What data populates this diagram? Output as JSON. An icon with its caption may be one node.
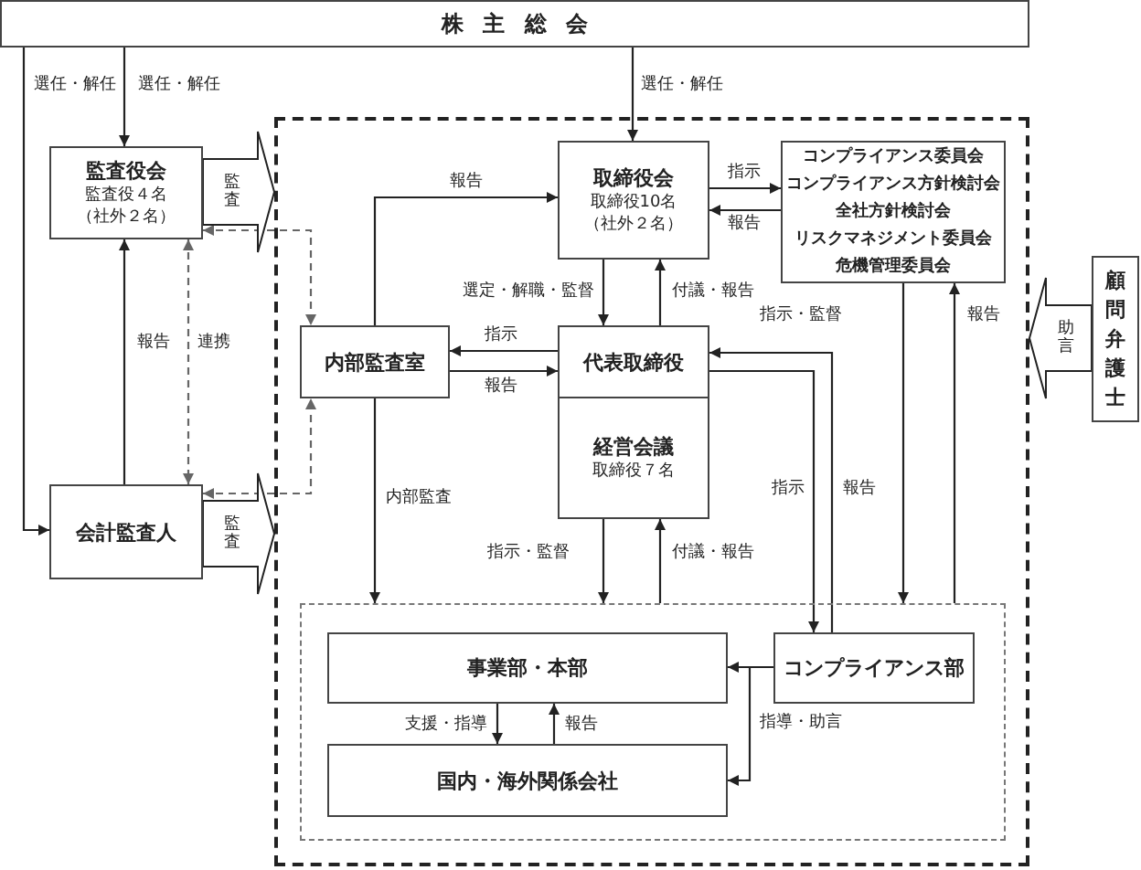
{
  "diagram": {
    "nodes": [
      {
        "text": [
          "株主総会"
        ]
      },
      {
        "text": [
          "監査役会",
          "監査役４名（社外２名）"
        ]
      },
      {
        "text": [
          "会計監査人"
        ]
      },
      {
        "text": [],
        "shape": "box"
      },
      {
        "text": [
          "取締役会",
          "取締役10名（社外２名）"
        ],
        "in": 3
      },
      {
        "text": [
          "コンプライアンス委員会",
          "コンプライアンス方針検討会",
          "全社方針検討会",
          "リスクマネジメント委員会",
          "危機管理委員会"
        ],
        "in": 3
      },
      {
        "text": [
          "内部監査室"
        ],
        "in": 3
      },
      {
        "text": [
          "代表取締役"
        ],
        "in": 3
      },
      {
        "text": [
          "経営会議",
          "取締役７名"
        ],
        "in": 3
      },
      {
        "text": [],
        "shape": "box",
        "in": 3
      },
      {
        "text": [
          "事業部・本部"
        ],
        "in": 9
      },
      {
        "text": [
          "国内・海外関係会社"
        ],
        "in": 9
      },
      {
        "text": [
          "コンプライアンス部"
        ],
        "in": 9
      },
      {
        "text": [
          "顧問弁護士"
        ]
      }
    ],
    "edges": [
      {
        "from": 0,
        "to": 1,
        "arrow": "to",
        "label": "選任・解任"
      },
      {
        "from": 0,
        "to": 2,
        "arrow": "to",
        "label": "選任・解任"
      },
      {
        "from": 0,
        "to": 4,
        "arrow": "to",
        "label": "選任・解任"
      },
      {
        "from": 2,
        "to": 1,
        "arrow": "to",
        "label": "報告"
      },
      {
        "from": 1,
        "to": 2,
        "arrow": "both",
        "label": "連携",
        "style": "dashed",
        "color": "#666666"
      },
      {
        "from": 1,
        "to": 6,
        "arrow": "both",
        "style": "dashed",
        "color": "#666666"
      },
      {
        "from": 2,
        "to": 6,
        "arrow": "both",
        "style": "dashed",
        "color": "#666666"
      },
      {
        "from": 6,
        "to": 4,
        "arrow": "to",
        "label": "報告"
      },
      {
        "from": 4,
        "to": 7,
        "arrow": "to",
        "label": "選定・解職・監督"
      },
      {
        "from": 7,
        "to": 4,
        "arrow": "to",
        "label": "付議・報告"
      },
      {
        "from": 7,
        "to": 6,
        "arrow": "to",
        "label": "指示"
      },
      {
        "from": 6,
        "to": 7,
        "arrow": "to",
        "label": "報告"
      },
      {
        "from": 4,
        "to": 5,
        "arrow": "to",
        "label": "指示"
      },
      {
        "from": 5,
        "to": 4,
        "arrow": "to",
        "label": "報告"
      },
      {
        "from": 6,
        "to": 9,
        "arrow": "to",
        "label": "内部監査"
      },
      {
        "from": 8,
        "to": 9,
        "arrow": "to",
        "label": "指示・監督"
      },
      {
        "from": 9,
        "to": 8,
        "arrow": "to",
        "label": "付議・報告"
      },
      {
        "from": 7,
        "to": 12,
        "arrow": "to",
        "label": "指示"
      },
      {
        "from": 12,
        "to": 7,
        "arrow": "to",
        "label": "報告"
      },
      {
        "from": 5,
        "to": 9,
        "arrow": "to",
        "label": "指示・監督"
      },
      {
        "from": 9,
        "to": 5,
        "arrow": "to",
        "label": "報告"
      },
      {
        "from": 12,
        "to": 10,
        "arrow": "to"
      },
      {
        "from": 12,
        "to": 11,
        "arrow": "to",
        "label": "指導・助言"
      },
      {
        "from": 10,
        "to": 11,
        "arrow": "to",
        "label": "支援・指導"
      },
      {
        "from": 11,
        "to": 10,
        "arrow": "to",
        "label": "報告"
      },
      {
        "from": 1,
        "to": 3,
        "arrow": "to",
        "label": "監査",
        "style": "thick"
      },
      {
        "from": 2,
        "to": 3,
        "arrow": "to",
        "label": "監査",
        "style": "thick"
      },
      {
        "from": 13,
        "to": 3,
        "arrow": "to",
        "label": "助言",
        "style": "thick"
      }
    ]
  }
}
